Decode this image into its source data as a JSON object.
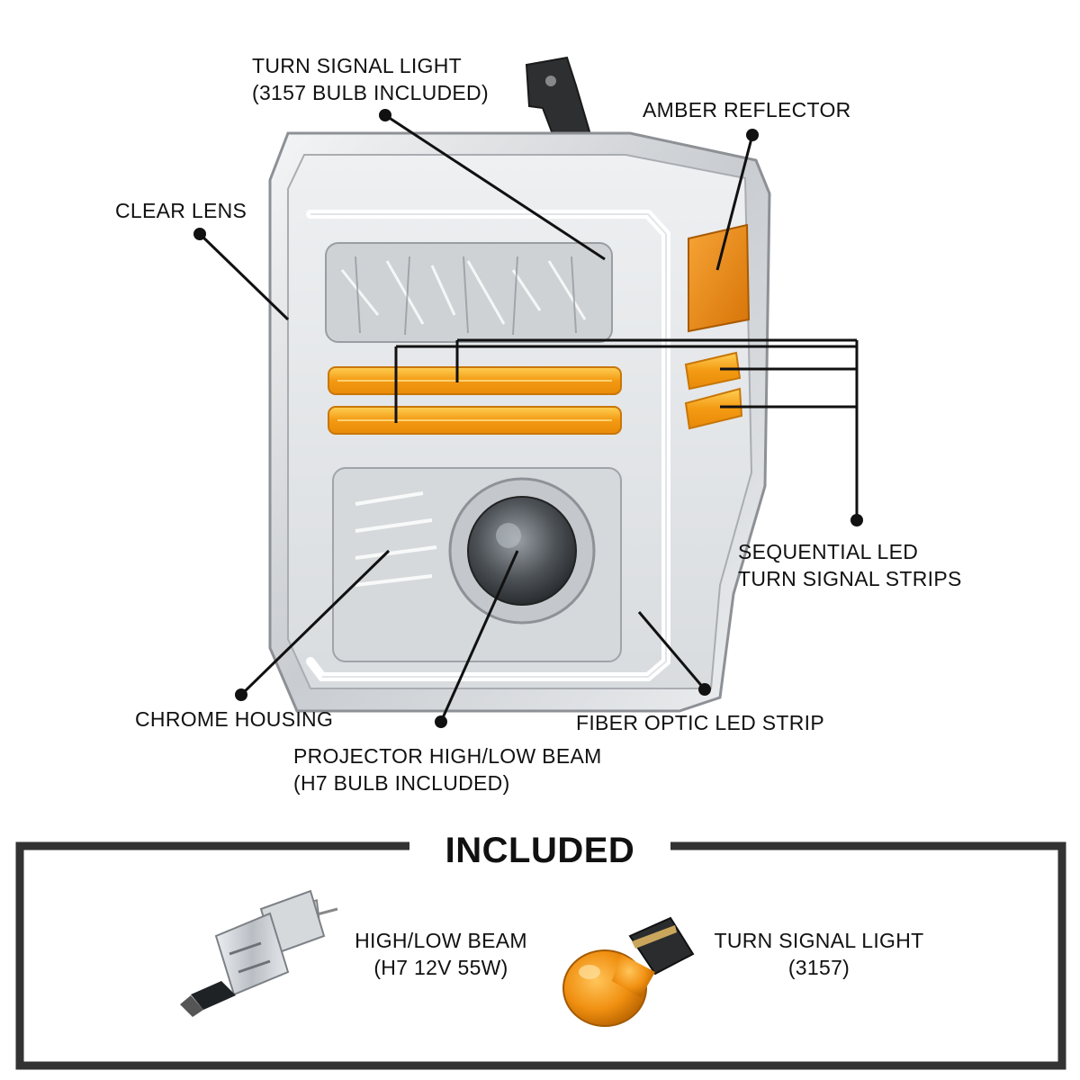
{
  "callouts": {
    "turn_signal": {
      "line1": "TURN SIGNAL LIGHT",
      "line2": "(3157 BULB INCLUDED)"
    },
    "amber_reflector": {
      "line1": "AMBER REFLECTOR"
    },
    "clear_lens": {
      "line1": "CLEAR LENS"
    },
    "sequential_led": {
      "line1": "SEQUENTIAL LED",
      "line2": "TURN SIGNAL STRIPS"
    },
    "chrome_housing": {
      "line1": "CHROME HOUSING"
    },
    "fiber_optic": {
      "line1": "FIBER OPTIC LED STRIP"
    },
    "projector": {
      "line1": "PROJECTOR HIGH/LOW BEAM",
      "line2": "(H7 BULB INCLUDED)"
    }
  },
  "included": {
    "title": "INCLUDED",
    "items": [
      {
        "line1": "HIGH/LOW BEAM",
        "line2": "(H7 12V 55W)",
        "icon": "h7-bulb-icon"
      },
      {
        "line1": "TURN SIGNAL LIGHT",
        "line2": "(3157)",
        "icon": "3157-bulb-icon"
      }
    ]
  },
  "colors": {
    "amber": "#f39a12",
    "chrome": "#d7d9dc",
    "frame": "#333333",
    "text": "#111111"
  }
}
